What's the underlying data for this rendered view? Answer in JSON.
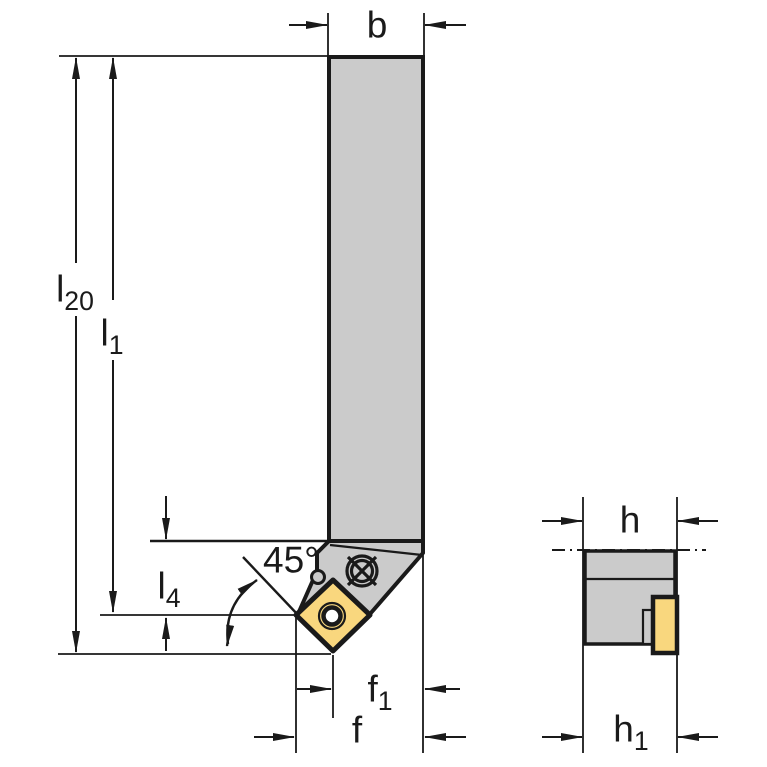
{
  "drawing": {
    "labels": {
      "b": {
        "base": "b",
        "sub": ""
      },
      "l20": {
        "base": "l",
        "sub": "20"
      },
      "l1": {
        "base": "l",
        "sub": "1"
      },
      "l4": {
        "base": "l",
        "sub": "4"
      },
      "angle": {
        "base": "45°",
        "sub": ""
      },
      "f1": {
        "base": "f",
        "sub": "1"
      },
      "f": {
        "base": "f",
        "sub": ""
      },
      "h": {
        "base": "h",
        "sub": ""
      },
      "h1": {
        "base": "h",
        "sub": "1"
      }
    },
    "colors": {
      "line": "#1a1a1a",
      "steel_gray": "#cbcbcb",
      "insert_yellow": "#f9d77e",
      "background": "#ffffff"
    }
  }
}
